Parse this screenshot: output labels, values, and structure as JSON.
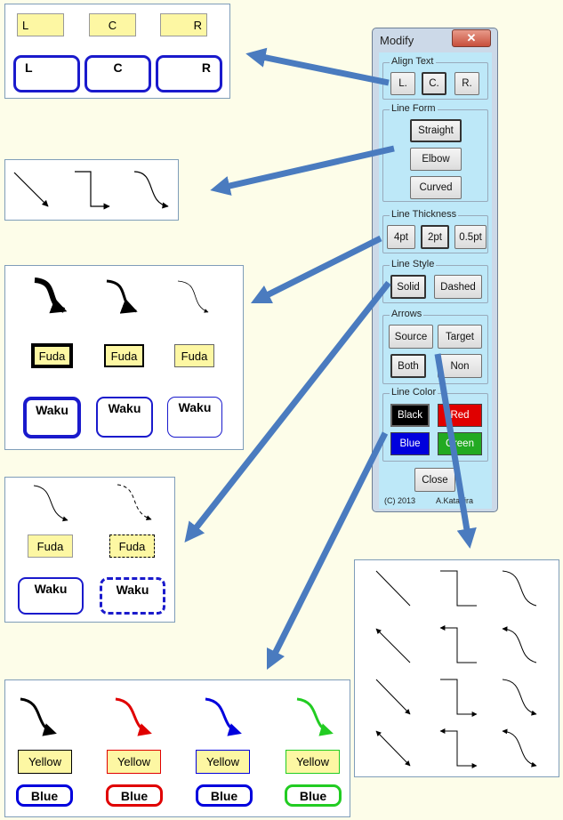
{
  "dialog": {
    "title": "Modify",
    "close_x": "✕",
    "align_text": {
      "legend": "Align Text",
      "buttons": [
        "L.",
        "C.",
        "R."
      ]
    },
    "line_form": {
      "legend": "Line Form",
      "buttons": [
        "Straight",
        "Elbow",
        "Curved"
      ]
    },
    "line_thickness": {
      "legend": "Line Thickness",
      "buttons": [
        "4pt",
        "2pt",
        "0.5pt"
      ]
    },
    "line_style": {
      "legend": "Line Style",
      "buttons": [
        "Solid",
        "Dashed"
      ]
    },
    "arrows": {
      "legend": "Arrows",
      "buttons": [
        "Source",
        "Target",
        "Both",
        "Non"
      ]
    },
    "line_color": {
      "legend": "Line Color",
      "buttons": [
        "Black",
        "Red",
        "Blue",
        "Green"
      ]
    },
    "close_button": "Close",
    "copyright": "(C) 2013",
    "author": "A.Katagira"
  },
  "align_panel": {
    "fuda": [
      "L",
      "C",
      "R"
    ],
    "waku": [
      "L",
      "C",
      "R"
    ]
  },
  "thickness_panel": {
    "fuda": [
      "Fuda",
      "Fuda",
      "Fuda"
    ],
    "waku": [
      "Waku",
      "Waku",
      "Waku"
    ]
  },
  "style_panel": {
    "fuda": [
      "Fuda",
      "Fuda"
    ],
    "waku": [
      "Waku",
      "Waku"
    ]
  },
  "color_panel": {
    "fuda": [
      "Yellow",
      "Yellow",
      "Yellow",
      "Yellow"
    ],
    "waku": [
      "Blue",
      "Blue",
      "Blue",
      "Blue"
    ]
  },
  "colors": {
    "arrow_blue": "#4a7bbf",
    "fuda_yellow": "#fdf7a3",
    "waku_blue": "#1a1acc",
    "dialog_bg": "#bde8f8",
    "black": "#000000",
    "red": "#e00000",
    "blue": "#0000dd",
    "green": "#22cc22"
  }
}
